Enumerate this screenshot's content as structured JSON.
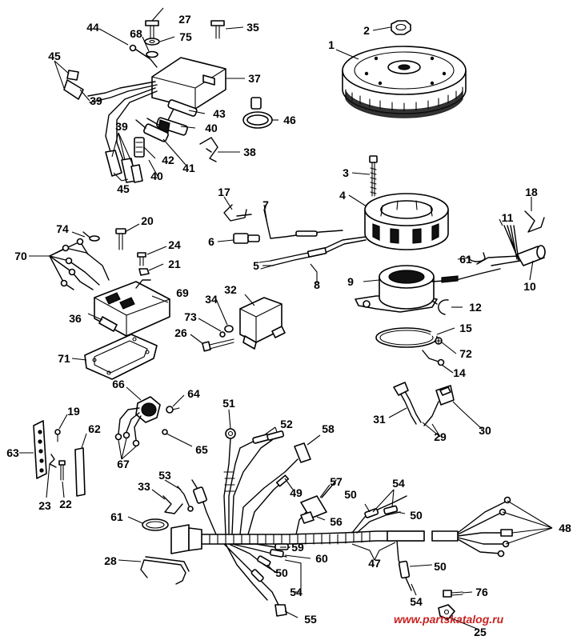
{
  "callouts": {
    "c1": "1",
    "c2": "2",
    "c3": "3",
    "c4": "4",
    "c5": "5",
    "c6": "6",
    "c7": "7",
    "c8": "8",
    "c9": "9",
    "c10": "10",
    "c11": "11",
    "c12": "12",
    "c14": "14",
    "c15": "15",
    "c17": "17",
    "c18": "18",
    "c19": "19",
    "c20": "20",
    "c21": "21",
    "c22": "22",
    "c23": "23",
    "c24": "24",
    "c25": "25",
    "c26": "26",
    "c27": "27",
    "c28": "28",
    "c29": "29",
    "c30": "30",
    "c31": "31",
    "c32": "32",
    "c33": "33",
    "c34": "34",
    "c35": "35",
    "c36": "36",
    "c37": "37",
    "c38": "38",
    "c39a": "39",
    "c39b": "39",
    "c40a": "40",
    "c40b": "40",
    "c41": "41",
    "c42": "42",
    "c43": "43",
    "c44": "44",
    "c45a": "45",
    "c45b": "45",
    "c46": "46",
    "c47": "47",
    "c48": "48",
    "c49": "49",
    "c50a": "50",
    "c50b": "50",
    "c50c": "50",
    "c50d": "50",
    "c51": "51",
    "c52": "52",
    "c53": "53",
    "c54a": "54",
    "c54b": "54",
    "c54c": "54",
    "c55": "55",
    "c56": "56",
    "c57": "57",
    "c58": "58",
    "c59": "59",
    "c60": "60",
    "c61a": "61",
    "c61b": "61",
    "c62": "62",
    "c63": "63",
    "c64": "64",
    "c65": "65",
    "c66": "66",
    "c67": "67",
    "c68": "68",
    "c69": "69",
    "c70": "70",
    "c71": "71",
    "c72": "72",
    "c73": "73",
    "c74": "74",
    "c75": "75",
    "c76": "76"
  },
  "watermark": "www.partskatalog.ru"
}
